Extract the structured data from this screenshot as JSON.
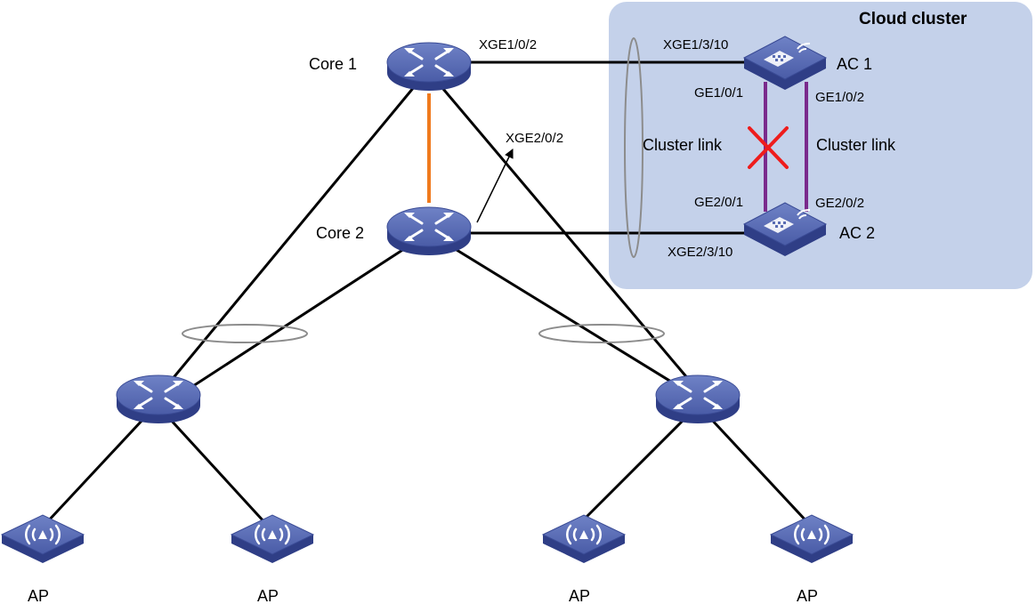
{
  "cluster": {
    "title": "Cloud cluster",
    "fill": "#c4d1ea"
  },
  "devices": {
    "core1": {
      "label": "Core 1",
      "icon": "core-switch-icon"
    },
    "core2": {
      "label": "Core 2",
      "icon": "core-switch-icon"
    },
    "ac1": {
      "label": "AC 1",
      "icon": "access-controller-icon"
    },
    "ac2": {
      "label": "AC 2",
      "icon": "access-controller-icon"
    },
    "access_left": {
      "icon": "access-switch-icon"
    },
    "access_right": {
      "icon": "access-switch-icon"
    },
    "aps": [
      {
        "label": "AP",
        "icon": "access-point-icon"
      },
      {
        "label": "AP",
        "icon": "access-point-icon"
      },
      {
        "label": "AP",
        "icon": "access-point-icon"
      },
      {
        "label": "AP",
        "icon": "access-point-icon"
      }
    ]
  },
  "ports": {
    "core1_ac1": "XGE1/0/2",
    "ac1_core1": "XGE1/3/10",
    "core2_ac2": "XGE2/0/2",
    "ac2_core2": "XGE2/3/10",
    "ac1_left": "GE1/0/1",
    "ac1_right": "GE1/0/2",
    "ac2_left": "GE2/0/1",
    "ac2_right": "GE2/0/2"
  },
  "cluster_links": {
    "left": "Cluster link",
    "right": "Cluster link",
    "left_status_icon": "failed-link-x-icon"
  },
  "colors": {
    "device_top": "#5a6db3",
    "device_side": "#2f3e86",
    "link": "#000000",
    "core_interconnect": "#f07a1d",
    "cluster_link": "#7a2a8c",
    "failure": "#ee1c1c",
    "aggregation": "#8c8c8c"
  }
}
